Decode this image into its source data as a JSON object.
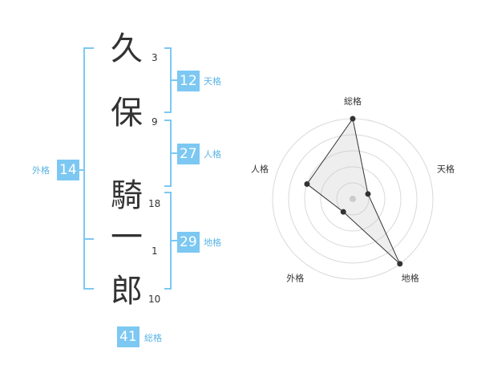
{
  "colors": {
    "accent": "#7cc8f2",
    "label": "#5ab4e6",
    "bracket": "#7cc8f2",
    "text": "#333333"
  },
  "name": {
    "chars": [
      {
        "char": "久",
        "strokes": "3"
      },
      {
        "char": "保",
        "strokes": "9"
      },
      {
        "char": "騎",
        "strokes": "18"
      },
      {
        "char": "一",
        "strokes": "1"
      },
      {
        "char": "郎",
        "strokes": "10"
      }
    ]
  },
  "fortunes": {
    "tenkaku": {
      "value": "12",
      "label": "天格"
    },
    "jinkaku": {
      "value": "27",
      "label": "人格"
    },
    "chikaku": {
      "value": "29",
      "label": "地格"
    },
    "gaikaku": {
      "value": "14",
      "label": "外格"
    },
    "soukaku": {
      "value": "41",
      "label": "総格"
    }
  },
  "chart_data": {
    "type": "radar",
    "axes": [
      "総格",
      "天格",
      "地格",
      "外格",
      "人格"
    ],
    "values": [
      5,
      1,
      5,
      1,
      3
    ],
    "range": [
      0,
      5
    ],
    "rings": 5
  }
}
